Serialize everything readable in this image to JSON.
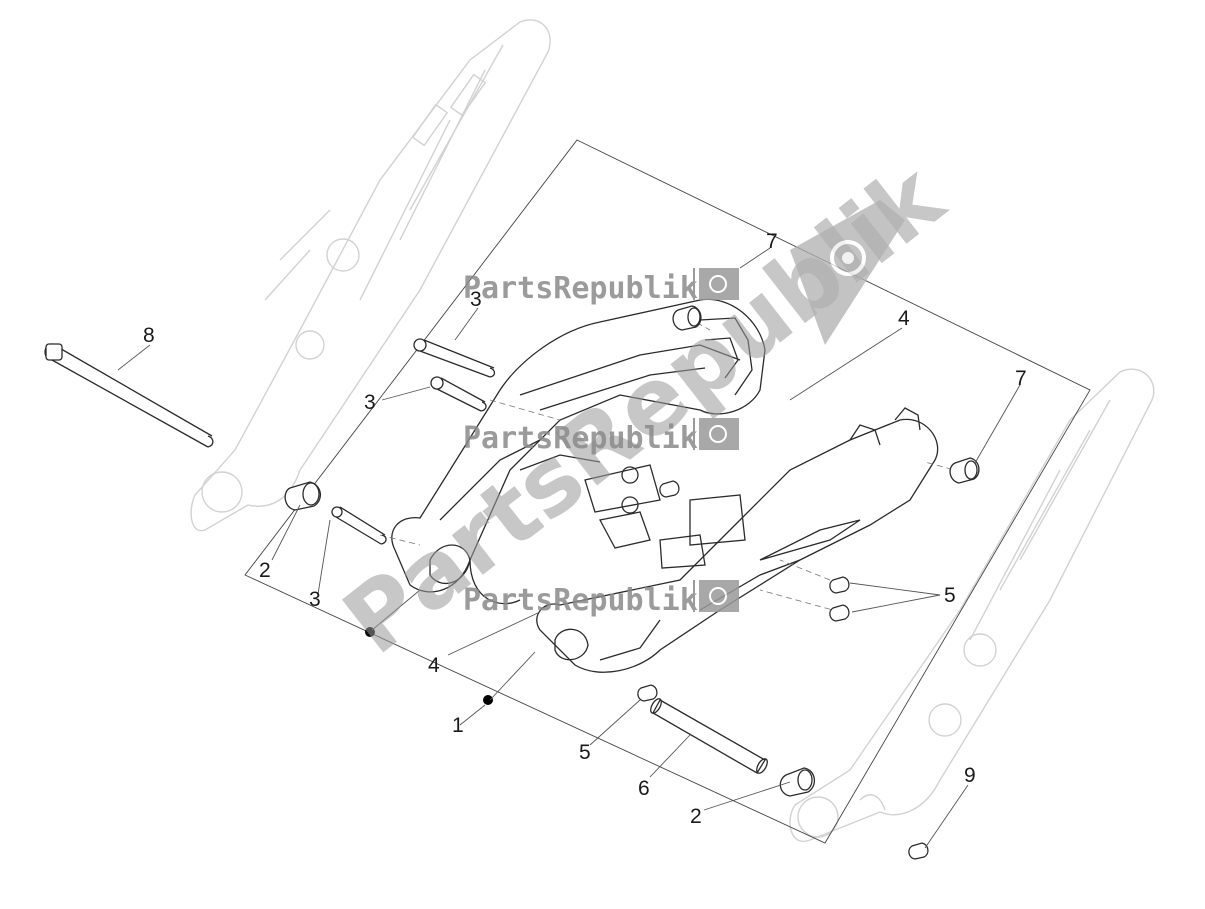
{
  "callouts": [
    {
      "id": "1",
      "label": "1"
    },
    {
      "id": "2a",
      "label": "2"
    },
    {
      "id": "2b",
      "label": "2"
    },
    {
      "id": "3a",
      "label": "3"
    },
    {
      "id": "3b",
      "label": "3"
    },
    {
      "id": "3c",
      "label": "3"
    },
    {
      "id": "4a",
      "label": "4"
    },
    {
      "id": "4b",
      "label": "4"
    },
    {
      "id": "5a",
      "label": "5"
    },
    {
      "id": "5b",
      "label": "5"
    },
    {
      "id": "6",
      "label": "6"
    },
    {
      "id": "7a",
      "label": "7"
    },
    {
      "id": "7b",
      "label": "7"
    },
    {
      "id": "8",
      "label": "8"
    },
    {
      "id": "9",
      "label": "9"
    }
  ],
  "watermark": {
    "text": "PartsRepublik",
    "big_text": "PartsRepublik"
  },
  "colors": {
    "line": "#2b2b2b",
    "faint_frame": "#d2d2d2",
    "watermark": "#8a8a8a"
  }
}
